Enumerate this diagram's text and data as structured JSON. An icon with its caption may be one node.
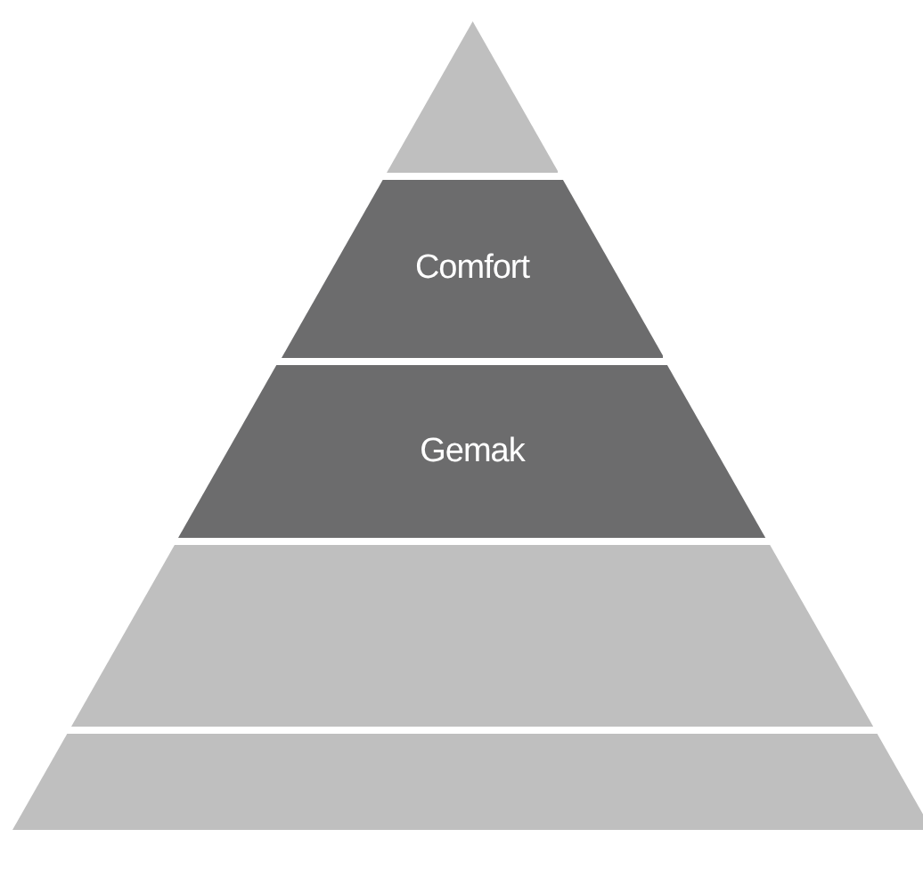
{
  "diagram": {
    "nodes": [
      {
        "text": [],
        "shape": "triangle"
      },
      {
        "text": [
          "Comfort"
        ]
      },
      {
        "text": [
          "Gemak"
        ]
      },
      {
        "text": [],
        "shape": "trapezoid"
      },
      {
        "text": [],
        "shape": "trapezoid"
      }
    ]
  }
}
